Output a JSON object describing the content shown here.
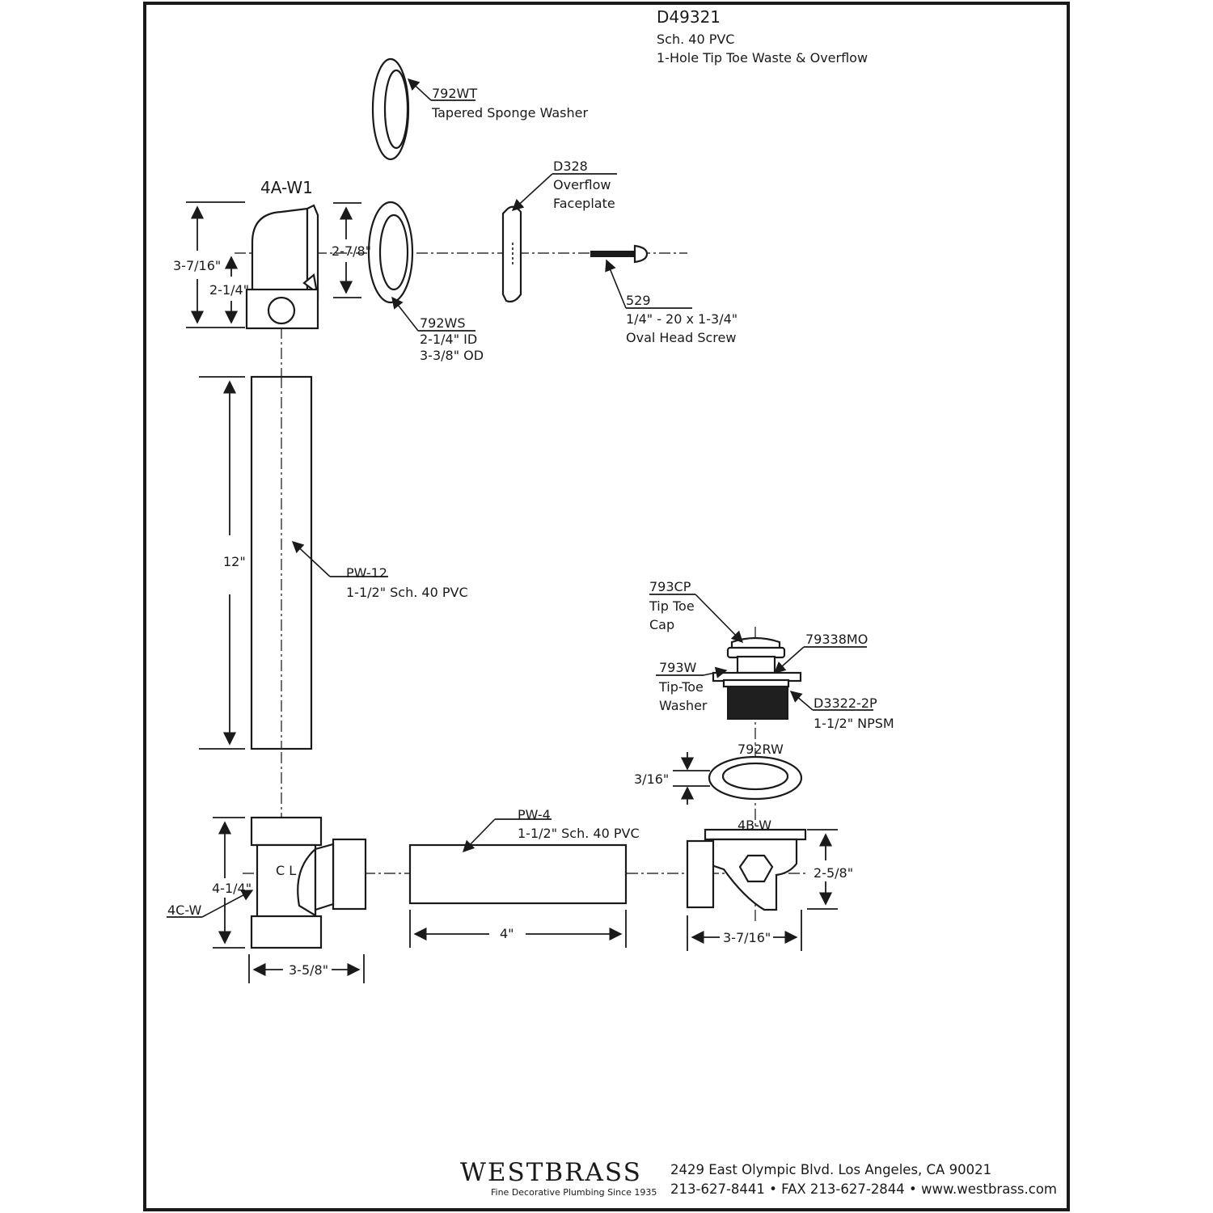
{
  "title": {
    "model": "D49321",
    "material": "Sch. 40 PVC",
    "description": "1-Hole Tip Toe Waste & Overflow"
  },
  "parts": {
    "p792wt": {
      "code": "792WT",
      "desc": "Tapered Sponge Washer"
    },
    "p4aw1": {
      "code": "4A-W1"
    },
    "pd328": {
      "code": "D328",
      "desc1": "Overflow",
      "desc2": "Faceplate"
    },
    "p792ws": {
      "code": "792WS",
      "desc1": "2-1/4\" ID",
      "desc2": "3-3/8\" OD"
    },
    "p529": {
      "code": "529",
      "desc1": "1/4\" - 20 x 1-3/4\"",
      "desc2": "Oval Head Screw"
    },
    "ppw12": {
      "code": "PW-12",
      "desc": "1-1/2\" Sch. 40 PVC"
    },
    "p793cp": {
      "code": "793CP",
      "desc1": "Tip Toe",
      "desc2": "Cap"
    },
    "p79338mo": {
      "code": "79338MO"
    },
    "p793w": {
      "code": "793W",
      "desc1": "Tip-Toe",
      "desc2": "Washer"
    },
    "pd3322": {
      "code": "D3322-2P",
      "desc": "1-1/2\" NPSM"
    },
    "p792rw": {
      "code": "792RW"
    },
    "ppw4": {
      "code": "PW-4",
      "desc": "1-1/2\" Sch. 40 PVC"
    },
    "p4bw": {
      "code": "4B-W"
    },
    "p4cw": {
      "code": "4C-W"
    },
    "centerline": "C L"
  },
  "dimensions": {
    "elbow_height": "3-7/16\"",
    "elbow_center": "2-1/4\"",
    "washer_dia": "2-7/8\"",
    "pipe12_len": "12\"",
    "rubber_thick": "3/16\"",
    "tee_height": "4-1/4\"",
    "tee_width": "3-5/8\"",
    "pipe4_len": "4\"",
    "shoe_height": "2-5/8\"",
    "shoe_width": "3-7/16\""
  },
  "footer": {
    "brand": "WESTBRASS",
    "tagline": "Fine Decorative Plumbing Since 1935",
    "address": "2429 East Olympic Blvd. Los Angeles, CA  90021",
    "contact": "213-627-8441 • FAX 213-627-2844 • www.westbrass.com"
  }
}
